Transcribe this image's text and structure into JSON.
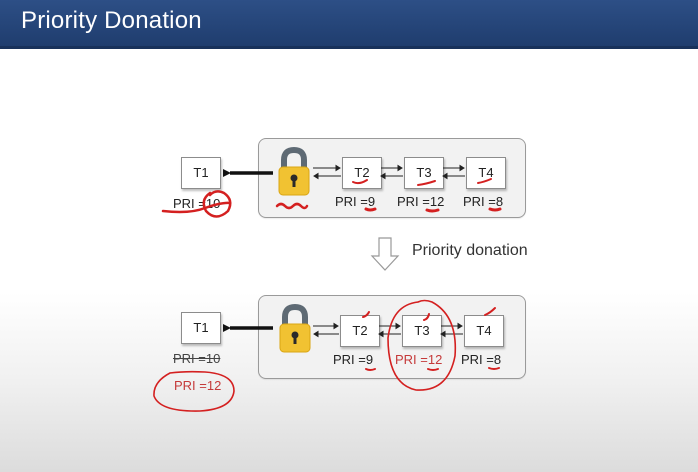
{
  "header": {
    "title": "Priority Donation"
  },
  "before": {
    "owner": {
      "label": "T1",
      "pri": "PRI =10"
    },
    "waiters": [
      {
        "label": "T2",
        "pri": "PRI =9"
      },
      {
        "label": "T3",
        "pri": "PRI =12"
      },
      {
        "label": "T4",
        "pri": "PRI =8"
      }
    ]
  },
  "transition": {
    "caption": "Priority donation"
  },
  "after": {
    "owner": {
      "label": "T1",
      "old_pri": "PRI =10",
      "new_pri": "PRI =12"
    },
    "waiters": [
      {
        "label": "T2",
        "pri": "PRI =9"
      },
      {
        "label": "T3",
        "pri": "PRI =12"
      },
      {
        "label": "T4",
        "pri": "PRI =8"
      }
    ]
  },
  "colors": {
    "header": "#1f3d6e",
    "lock_body": "#f1c232",
    "lock_shackle": "#5e6a74",
    "annotation": "#d42020",
    "donated": "#c53a3a"
  }
}
